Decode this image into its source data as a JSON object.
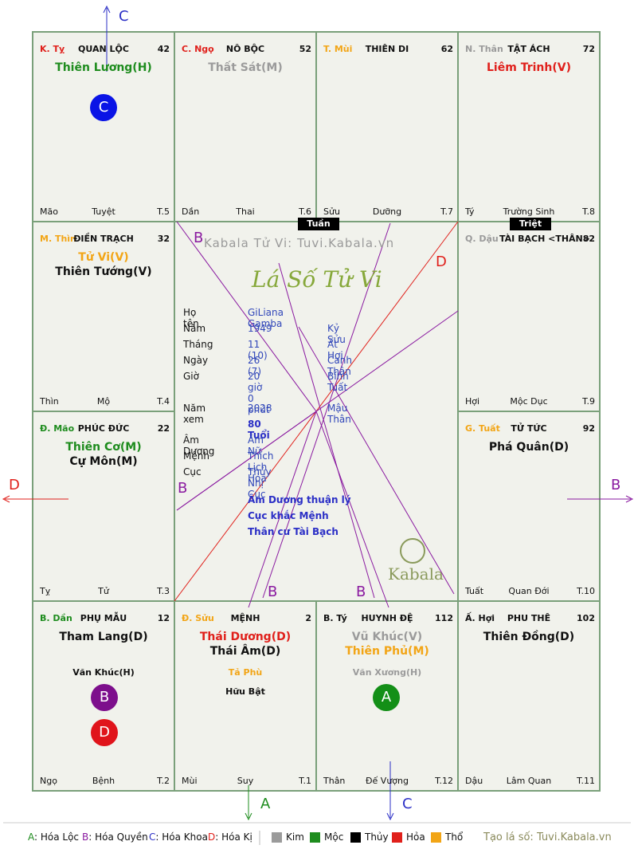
{
  "watermark": "Kabala Tử Vi: Tuvi.Kabala.vn",
  "title": "Lá Số Tử Vi",
  "brand": "Kabala",
  "cells": [
    {
      "id": "ty-k",
      "branch": "K. Tỵ",
      "branch_color": "#e0201b",
      "house": "QUAN LỘC",
      "age": "42",
      "stars": [
        {
          "t": "Thiên Lương(H)",
          "c": "#1e8c1e"
        }
      ],
      "minor": [],
      "foot": [
        "Mão",
        "Tuyệt",
        "T.5"
      ]
    },
    {
      "id": "ngo-c",
      "branch": "C. Ngọ",
      "branch_color": "#e0201b",
      "house": "NÔ BỘC",
      "age": "52",
      "stars": [
        {
          "t": "Thất Sát(M)",
          "c": "#9b9b9b"
        }
      ],
      "minor": [],
      "foot": [
        "Dần",
        "Thai",
        "T.6"
      ]
    },
    {
      "id": "mui-t",
      "branch": "T. Mùi",
      "branch_color": "#f2a516",
      "house": "THIÊN DI",
      "age": "62",
      "stars": [],
      "minor": [],
      "foot": [
        "Sửu",
        "Dưỡng",
        "T.7"
      ]
    },
    {
      "id": "than-n",
      "branch": "N. Thân",
      "branch_color": "#9b9b9b",
      "house": "TẬT ÁCH",
      "age": "72",
      "stars": [
        {
          "t": "Liêm Trinh(V)",
          "c": "#e0201b"
        }
      ],
      "minor": [],
      "foot": [
        "Tý",
        "Trường Sinh",
        "T.8"
      ]
    },
    {
      "id": "thin-m",
      "branch": "M. Thìn",
      "branch_color": "#f2a516",
      "house": "ĐIỀN TRẠCH",
      "age": "32",
      "stars": [
        {
          "t": "Tử Vi(V)",
          "c": "#f2a516"
        },
        {
          "t": "Thiên Tướng(V)",
          "c": "#111111"
        }
      ],
      "minor": [],
      "foot": [
        "Thìn",
        "Mộ",
        "T.4"
      ]
    },
    {
      "id": "dau-q",
      "branch": "Q. Dậu",
      "branch_color": "#9b9b9b",
      "house": "TÀI BẠCH <THÂN>",
      "age": "82",
      "stars": [],
      "minor": [],
      "foot": [
        "Hợi",
        "Mộc Dục",
        "T.9"
      ]
    },
    {
      "id": "mao-d",
      "branch": "Đ. Mão",
      "branch_color": "#1e8c1e",
      "house": "PHÚC ĐỨC",
      "age": "22",
      "stars": [
        {
          "t": "Thiên Cơ(M)",
          "c": "#1e8c1e"
        },
        {
          "t": "Cự Môn(M)",
          "c": "#111111"
        }
      ],
      "minor": [],
      "foot": [
        "Tỵ",
        "Tử",
        "T.3"
      ]
    },
    {
      "id": "tuat-g",
      "branch": "G. Tuất",
      "branch_color": "#f2a516",
      "house": "TỬ TỨC",
      "age": "92",
      "stars": [
        {
          "t": "Phá Quân(D)",
          "c": "#111111"
        }
      ],
      "minor": [],
      "foot": [
        "Tuất",
        "Quan Đới",
        "T.10"
      ]
    },
    {
      "id": "dan-b",
      "branch": "B. Dần",
      "branch_color": "#1e8c1e",
      "house": "PHỤ MẪU",
      "age": "12",
      "stars": [
        {
          "t": "Tham Lang(D)",
          "c": "#111111"
        }
      ],
      "minor": [
        {
          "t": "Văn Khúc(H)",
          "c": "#111111"
        }
      ],
      "foot": [
        "Ngọ",
        "Bệnh",
        "T.2"
      ]
    },
    {
      "id": "suu-d",
      "branch": "Đ. Sửu",
      "branch_color": "#f2a516",
      "house": "MỆNH",
      "age": "2",
      "stars": [
        {
          "t": "Thái Dương(D)",
          "c": "#e0201b"
        },
        {
          "t": "Thái Âm(D)",
          "c": "#111111"
        }
      ],
      "minor": [
        {
          "t": "Tả Phù",
          "c": "#f2a516"
        },
        {
          "t": "Hữu Bật",
          "c": "#111111"
        }
      ],
      "foot": [
        "Mùi",
        "Suy",
        "T.1"
      ]
    },
    {
      "id": "ty-b",
      "branch": "B. Tý",
      "branch_color": "#111111",
      "house": "HUYNH ĐỆ",
      "age": "112",
      "stars": [
        {
          "t": "Vũ Khúc(V)",
          "c": "#9b9b9b"
        },
        {
          "t": "Thiên Phủ(M)",
          "c": "#f2a516"
        }
      ],
      "minor": [
        {
          "t": "Văn Xương(H)",
          "c": "#9b9b9b"
        }
      ],
      "foot": [
        "Thân",
        "Đế Vượng",
        "T.12"
      ]
    },
    {
      "id": "hoi-a",
      "branch": "Ấ. Hợi",
      "branch_color": "#111111",
      "house": "PHU THÊ",
      "age": "102",
      "stars": [
        {
          "t": "Thiên Đồng(D)",
          "c": "#111111"
        }
      ],
      "minor": [],
      "foot": [
        "Dậu",
        "Lâm Quan",
        "T.11"
      ]
    }
  ],
  "tags": {
    "tuan": "Tuần",
    "triet": "Triệt"
  },
  "badges": {
    "A": "A",
    "B": "B",
    "C": "C",
    "D": "D"
  },
  "info": {
    "rows": [
      {
        "label": "Họ tên",
        "v1": "GiLiana Gamba",
        "v2": ""
      },
      {
        "label": "Năm",
        "v1": "1949",
        "v2": "Kỷ Sửu"
      },
      {
        "label": "Tháng",
        "v1": "11 (10)",
        "v2": "Ất Hợi"
      },
      {
        "label": "Ngày",
        "v1": "26 (7)",
        "v2": "Canh Thân"
      },
      {
        "label": "Giờ",
        "v1": "20 giờ 0 phút",
        "v2": "Bính Tuất"
      },
      {
        "label": "Năm xem",
        "v1": "2028",
        "v2": "Mậu Thân"
      },
      {
        "label": "",
        "v1": "80 Tuổi",
        "v2": ""
      },
      {
        "label": "Âm Dương",
        "v1": "Âm Nữ",
        "v2": ""
      },
      {
        "label": "Mệnh",
        "v1": "Thích Lịch Hỏa",
        "v2": ""
      },
      {
        "label": "Cục",
        "v1": "Thủy Nhị Cục",
        "v2": ""
      }
    ],
    "notes": [
      "Âm Dương thuận lý",
      "Cục khắc Mệnh",
      "Thân cư Tài Bạch"
    ]
  },
  "directions": {
    "top": "C",
    "left": "D",
    "right": "B",
    "bottom_a": "A",
    "bottom_c": "C"
  },
  "line_labels": [
    "B",
    "D",
    "B",
    "B",
    "B"
  ],
  "legend": {
    "hoa_loc": "Hóa Lộc",
    "hoa_quyen": "Hóa Quyền",
    "hoa_khoa": "Hóa Khoa",
    "hoa_ki": "Hóa Kị",
    "kim": "Kim",
    "moc": "Mộc",
    "thuy": "Thủy",
    "hoa": "Hỏa",
    "tho": "Thổ",
    "site": "Tạo lá số: Tuvi.Kabala.vn",
    "colors": {
      "kim": "#9b9b9b",
      "moc": "#1e8c1e",
      "thuy": "#000000",
      "hoa": "#e0201b",
      "tho": "#f2a516"
    }
  }
}
